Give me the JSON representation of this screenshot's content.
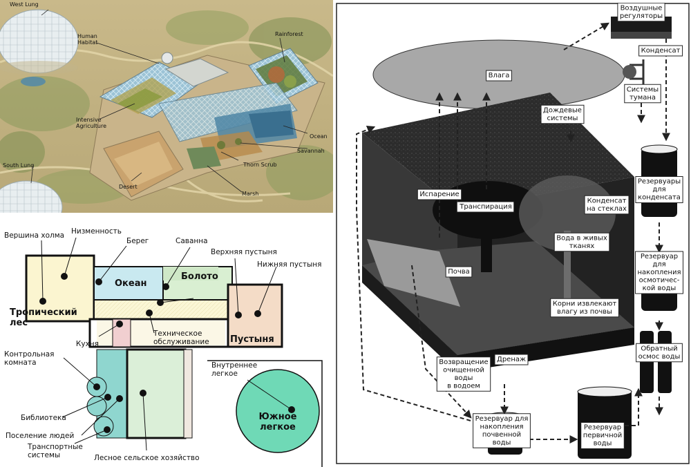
{
  "aerial": {
    "labels": {
      "west_lung": "West Lung",
      "human_habitat": "Human\nHabitat",
      "rainforest": "Rainforest",
      "intensive_agriculture": "Intensive\nAgriculture",
      "ocean": "Ocean",
      "savannah": "Savannah",
      "thorn_scrub": "Thorn Scrub",
      "south_lung": "South Lung",
      "desert": "Desert",
      "marsh": "Marsh"
    }
  },
  "plan": {
    "labels": {
      "hilltop": "Вершина холма",
      "lowland": "Низменность",
      "shore": "Берег",
      "savanna": "Саванна",
      "upper_desert": "Верхняя пустыня",
      "lower_desert": "Нижняя пустыня",
      "ocean": "Океан",
      "marsh": "Болото",
      "rainforest": "Тропический\nлес",
      "desert": "Пустыня",
      "kitchen": "Кухня",
      "technical": "Техническое\nобслуживание",
      "control_room": "Контрольная\nкомната",
      "library": "Библиотека",
      "human_settlement": "Поселение людей",
      "transport": "Транспортные\nсистемы",
      "forest_agriculture": "Лесное сельское хозяйство",
      "inner_lung": "Внутреннее\nлегкое",
      "south_lung": "Южное\nлегкое"
    }
  },
  "water": {
    "labels": {
      "moisture": "Влага",
      "air_regulators": "Воздушные\nрегуляторы",
      "condensate": "Конденсат",
      "fog_systems": "Системы\nтумана",
      "rain_systems": "Дождевые\nсистемы",
      "evaporation": "Испарение",
      "transpiration": "Транспирация",
      "glass_condensate": "Конденсат\nна стеклах",
      "living_water": "Вода в живых\nтканях",
      "condensate_reservoirs": "Резервуары\nдля\nконденсата",
      "soil": "Почва",
      "roots": "Корни извлекают\nвлагу из почвы",
      "osmotic_reservoir": "Резервуар\nдля\nнакопления\nосмотичес-\nкой воды",
      "reverse_osmosis": "Обратный\nосмос воды",
      "drainage": "Дренаж",
      "purified_return": "Возвращение\nочищенной\nводы\nв водоем",
      "soil_water_reservoir": "Резервуар для\nнакопления\nпочвенной\nводы",
      "primary_water_reservoir": "Резервуар\nпервичной\nводы"
    }
  }
}
